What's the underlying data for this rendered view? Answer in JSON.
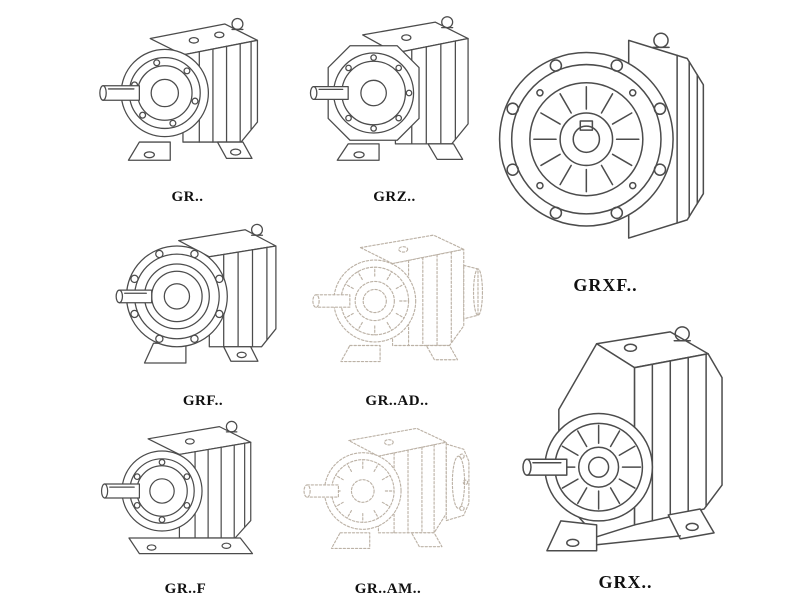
{
  "page": {
    "background": "#ffffff",
    "line_color": "#4c4c4c",
    "ghost_line_color": "#bcb2a6",
    "description": "Catalog sheet of GR series helical gear reducer variants shown as technical line drawings"
  },
  "figures": [
    {
      "label": "GR..",
      "symbol": "#sym-gr",
      "style": "solid"
    },
    {
      "label": "GRZ..",
      "symbol": "#sym-grz",
      "style": "solid"
    },
    {
      "label": "GRXF..",
      "symbol": "#sym-grxf",
      "style": "solid"
    },
    {
      "label": "GRF..",
      "symbol": "#sym-grf",
      "style": "solid"
    },
    {
      "label": "GR..AD..",
      "symbol": "#sym-grad",
      "style": "ghost"
    },
    {
      "label": "GR..F",
      "symbol": "#sym-grfoot",
      "style": "solid"
    },
    {
      "label": "GR..AM..",
      "symbol": "#sym-gram",
      "style": "ghost"
    },
    {
      "label": "GRX..",
      "symbol": "#sym-grx",
      "style": "solid"
    }
  ]
}
